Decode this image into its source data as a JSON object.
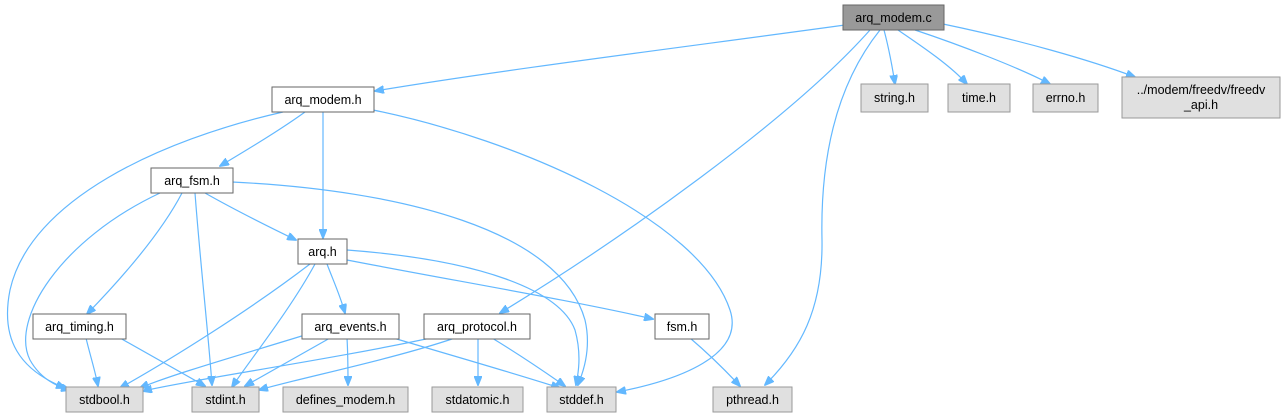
{
  "graph": {
    "colors": {
      "edge": "#63b8ff",
      "root_fill": "#999999",
      "local_fill": "#ffffff",
      "system_fill": "#e0e0e0",
      "border": "#666666"
    },
    "nodes": {
      "arq_modem_c": {
        "label": "arq_modem.c",
        "kind": "root"
      },
      "arq_modem_h": {
        "label": "arq_modem.h",
        "kind": "local"
      },
      "string_h": {
        "label": "string.h",
        "kind": "system"
      },
      "time_h": {
        "label": "time.h",
        "kind": "system"
      },
      "errno_h": {
        "label": "errno.h",
        "kind": "system"
      },
      "freedv_api_h": {
        "label_line1": "../modem/freedv/freedv",
        "label_line2": "_api.h",
        "kind": "system"
      },
      "arq_fsm_h": {
        "label": "arq_fsm.h",
        "kind": "local"
      },
      "arq_h": {
        "label": "arq.h",
        "kind": "local"
      },
      "arq_timing_h": {
        "label": "arq_timing.h",
        "kind": "local"
      },
      "arq_events_h": {
        "label": "arq_events.h",
        "kind": "local"
      },
      "arq_protocol_h": {
        "label": "arq_protocol.h",
        "kind": "local"
      },
      "fsm_h": {
        "label": "fsm.h",
        "kind": "local"
      },
      "stdbool_h": {
        "label": "stdbool.h",
        "kind": "system"
      },
      "stdint_h": {
        "label": "stdint.h",
        "kind": "system"
      },
      "defines_modem_h": {
        "label": "defines_modem.h",
        "kind": "system"
      },
      "stdatomic_h": {
        "label": "stdatomic.h",
        "kind": "system"
      },
      "stddef_h": {
        "label": "stddef.h",
        "kind": "system"
      },
      "pthread_h": {
        "label": "pthread.h",
        "kind": "system"
      }
    },
    "edges": [
      [
        "arq_modem_c",
        "arq_modem_h"
      ],
      [
        "arq_modem_c",
        "string_h"
      ],
      [
        "arq_modem_c",
        "time_h"
      ],
      [
        "arq_modem_c",
        "errno_h"
      ],
      [
        "arq_modem_c",
        "freedv_api_h"
      ],
      [
        "arq_modem_c",
        "arq_protocol_h"
      ],
      [
        "arq_modem_c",
        "pthread_h"
      ],
      [
        "arq_modem_h",
        "arq_fsm_h"
      ],
      [
        "arq_modem_h",
        "arq_h"
      ],
      [
        "arq_modem_h",
        "stdbool_h"
      ],
      [
        "arq_modem_h",
        "stddef_h"
      ],
      [
        "arq_fsm_h",
        "arq_h"
      ],
      [
        "arq_fsm_h",
        "arq_timing_h"
      ],
      [
        "arq_fsm_h",
        "stdbool_h"
      ],
      [
        "arq_fsm_h",
        "stdint_h"
      ],
      [
        "arq_fsm_h",
        "stddef_h"
      ],
      [
        "arq_h",
        "arq_events_h"
      ],
      [
        "arq_h",
        "fsm_h"
      ],
      [
        "arq_h",
        "stdbool_h"
      ],
      [
        "arq_h",
        "stdint_h"
      ],
      [
        "arq_h",
        "stddef_h"
      ],
      [
        "arq_timing_h",
        "stdbool_h"
      ],
      [
        "arq_timing_h",
        "stdint_h"
      ],
      [
        "arq_events_h",
        "stdbool_h"
      ],
      [
        "arq_events_h",
        "stdint_h"
      ],
      [
        "arq_events_h",
        "defines_modem_h"
      ],
      [
        "arq_events_h",
        "stddef_h"
      ],
      [
        "arq_protocol_h",
        "stdbool_h"
      ],
      [
        "arq_protocol_h",
        "stdint_h"
      ],
      [
        "arq_protocol_h",
        "stdatomic_h"
      ],
      [
        "arq_protocol_h",
        "stddef_h"
      ],
      [
        "fsm_h",
        "pthread_h"
      ]
    ]
  }
}
